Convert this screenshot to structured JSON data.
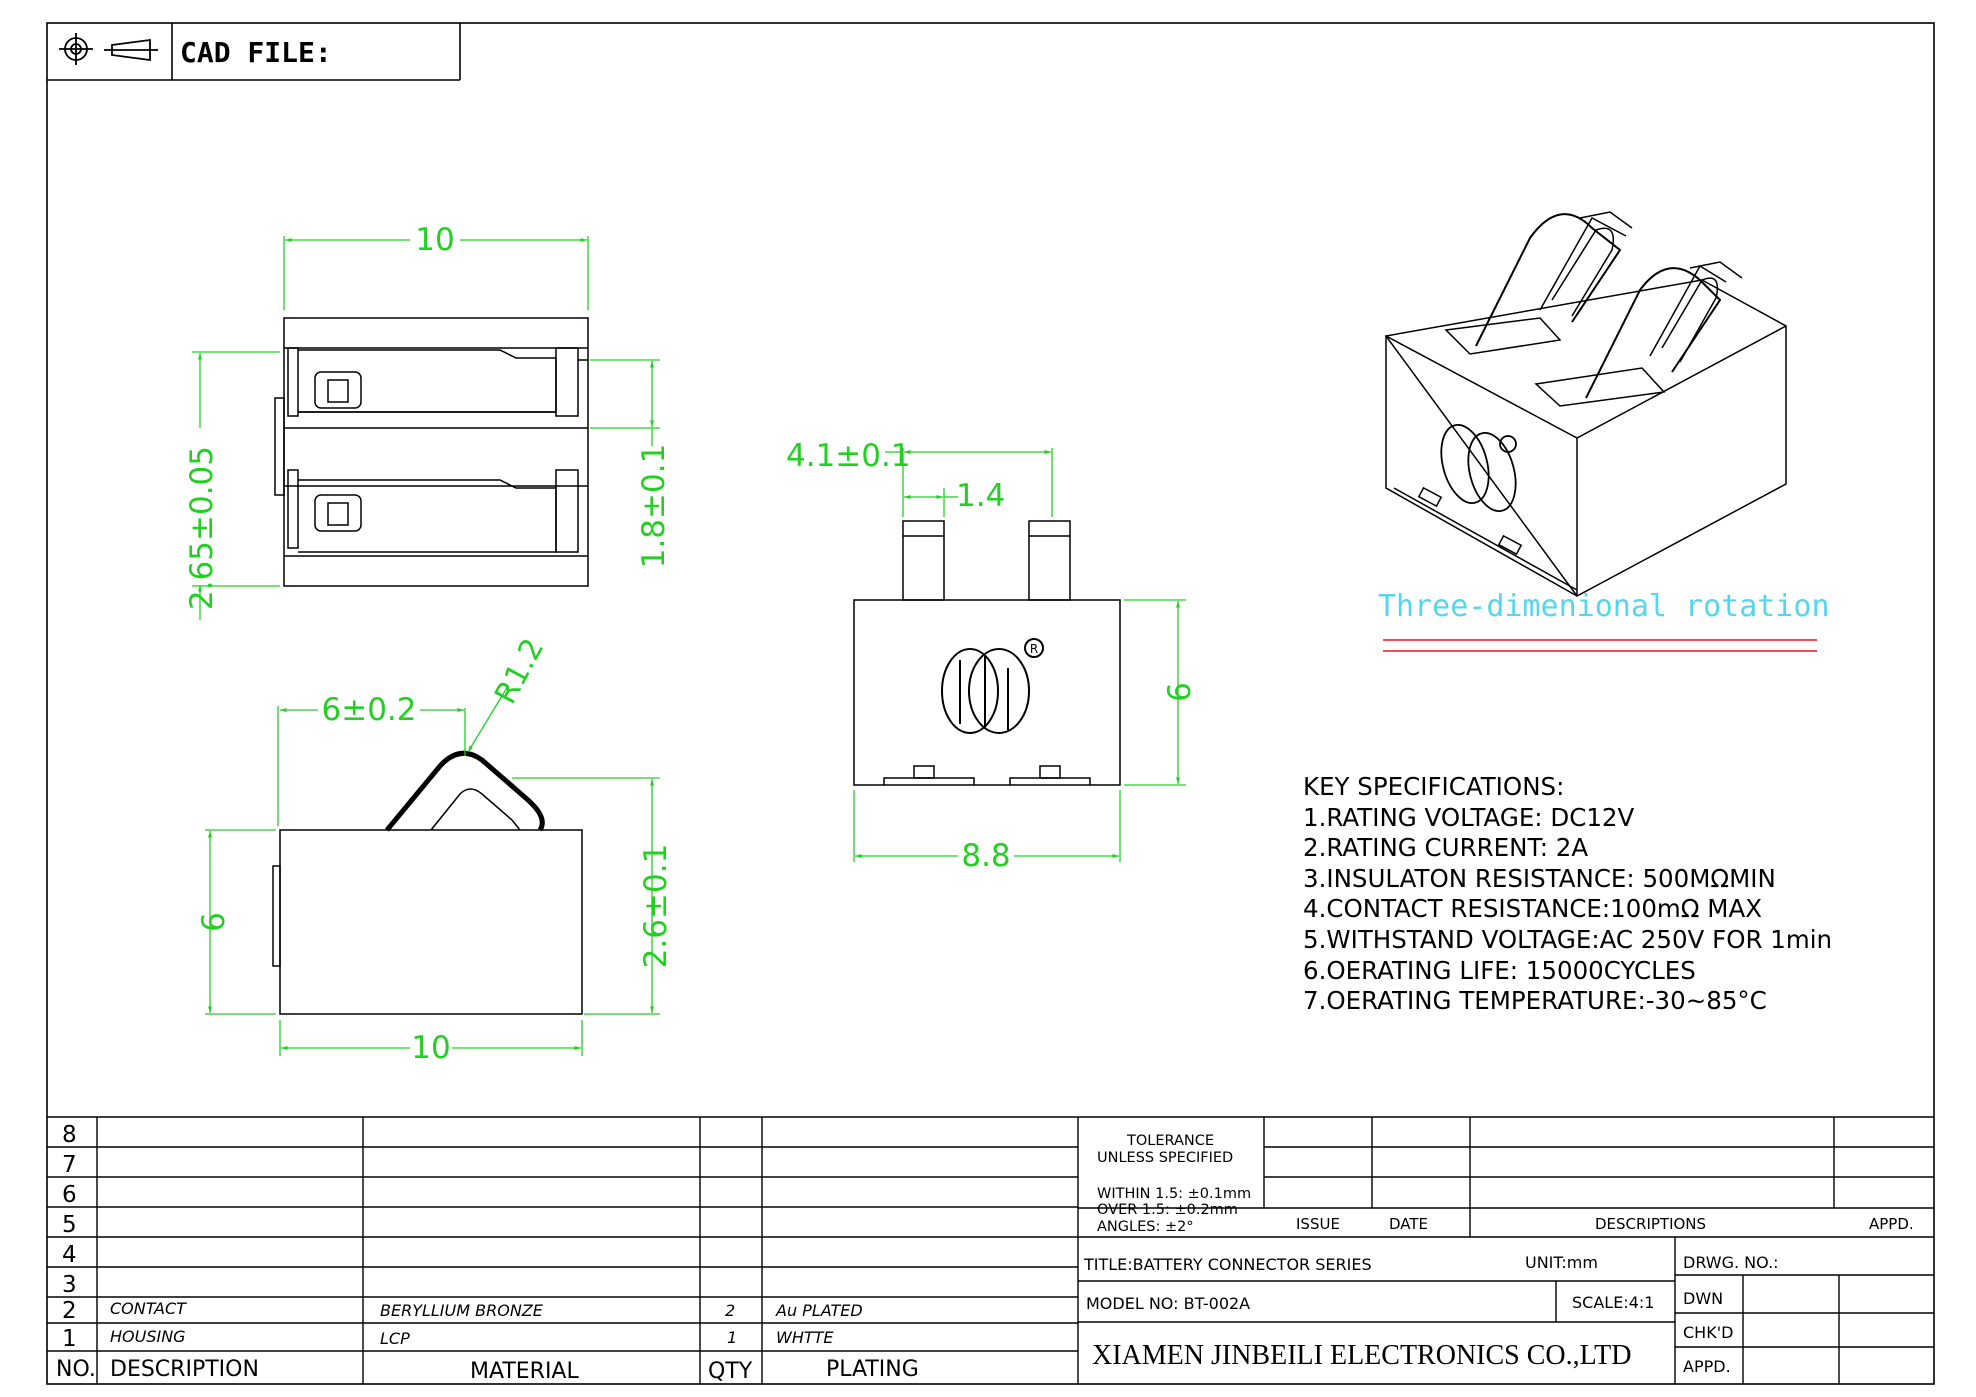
{
  "header": {
    "cad_label": "CAD FILE:",
    "icons": [
      "projection-symbol-circle-icon",
      "projection-symbol-cone-icon"
    ]
  },
  "dimensions": {
    "top_width": "10",
    "top_height": "2.65±0.05",
    "top_slot": "1.8±0.1",
    "side_length": "6±0.2",
    "side_radius": "R1.2",
    "side_height": "6",
    "side_contact": "2.6±0.1",
    "side_width": "10",
    "front_pitch": "4.1±0.1",
    "front_contact_width": "1.4",
    "front_height": "6",
    "front_width": "8.8"
  },
  "rotation_caption": "Three-dimenional rotation",
  "specs": {
    "title": "KEY SPECIFICATIONS:",
    "items": [
      "1.RATING VOLTAGE: DC12V",
      "2.RATING CURRENT: 2A",
      "3.INSULATON RESISTANCE:  500MΩMIN",
      "4.CONTACT RESISTANCE:100mΩ MAX",
      "5.WITHSTAND VOLTAGE:AC 250V FOR 1min",
      "6.OERATING LIFE: 15000CYCLES",
      "7.OERATING TEMPERATURE:-30~85°C"
    ]
  },
  "bom": {
    "row_numbers": [
      "8",
      "7",
      "6",
      "5",
      "4",
      "3",
      "2",
      "1"
    ],
    "rows": [
      {
        "no": "2",
        "description": "CONTACT",
        "material": "BERYLLIUM BRONZE",
        "qty": "2",
        "plating": "Au PLATED"
      },
      {
        "no": "1",
        "description": "HOUSING",
        "material": "LCP",
        "qty": "1",
        "plating": "WHTTE"
      }
    ],
    "headers": {
      "no": "NO.",
      "description": "DESCRIPTION",
      "material": "MATERIAL",
      "qty": "QTY",
      "plating": "PLATING"
    }
  },
  "title_block": {
    "tolerance_1": "TOLERANCE",
    "tolerance_2": "UNLESS SPECIFIED",
    "within": "WITHIN 1.5: ±0.1mm",
    "over": "OVER 1.5:  ±0.2mm",
    "angles": "ANGLES: ±2°",
    "issue": "ISSUE",
    "date": "DATE",
    "descriptions": "DESCRIPTIONS",
    "appd_header": "APPD.",
    "title": "TITLE:BATTERY CONNECTOR SERIES",
    "unit": "UNIT:mm",
    "drwg_no": "DRWG. NO.:",
    "model": "MODEL NO: BT-002A",
    "scale": "SCALE:4:1",
    "dwn": "DWN",
    "chkd": "CHK'D",
    "appd": "APPD.",
    "company": "XIAMEN JINBEILI ELECTRONICS CO.,LTD"
  },
  "colors": {
    "line": "#000000",
    "dimension": "#22d022",
    "caption": "#55d6ee",
    "red_rule": "#e8141e"
  }
}
